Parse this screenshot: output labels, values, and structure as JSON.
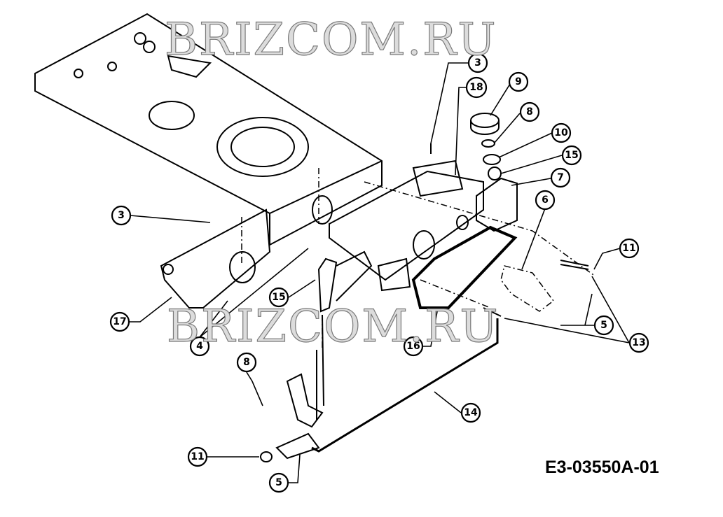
{
  "diagram": {
    "watermark": "BRIZCOM.RU",
    "drawing_code": "E3-03550A-01",
    "callouts": [
      {
        "id": "c3a",
        "label": "3"
      },
      {
        "id": "c18",
        "label": "18"
      },
      {
        "id": "c9",
        "label": "9"
      },
      {
        "id": "c8a",
        "label": "8"
      },
      {
        "id": "c10",
        "label": "10"
      },
      {
        "id": "c15a",
        "label": "15"
      },
      {
        "id": "c7",
        "label": "7"
      },
      {
        "id": "c6",
        "label": "6"
      },
      {
        "id": "c3b",
        "label": "3"
      },
      {
        "id": "c11a",
        "label": "11"
      },
      {
        "id": "c5a",
        "label": "5"
      },
      {
        "id": "c13",
        "label": "13"
      },
      {
        "id": "c17",
        "label": "17"
      },
      {
        "id": "c15b",
        "label": "15"
      },
      {
        "id": "c4",
        "label": "4"
      },
      {
        "id": "c16",
        "label": "16"
      },
      {
        "id": "c14",
        "label": "14"
      },
      {
        "id": "c8b",
        "label": "8"
      },
      {
        "id": "c11b",
        "label": "11"
      },
      {
        "id": "c5b",
        "label": "5"
      }
    ]
  }
}
